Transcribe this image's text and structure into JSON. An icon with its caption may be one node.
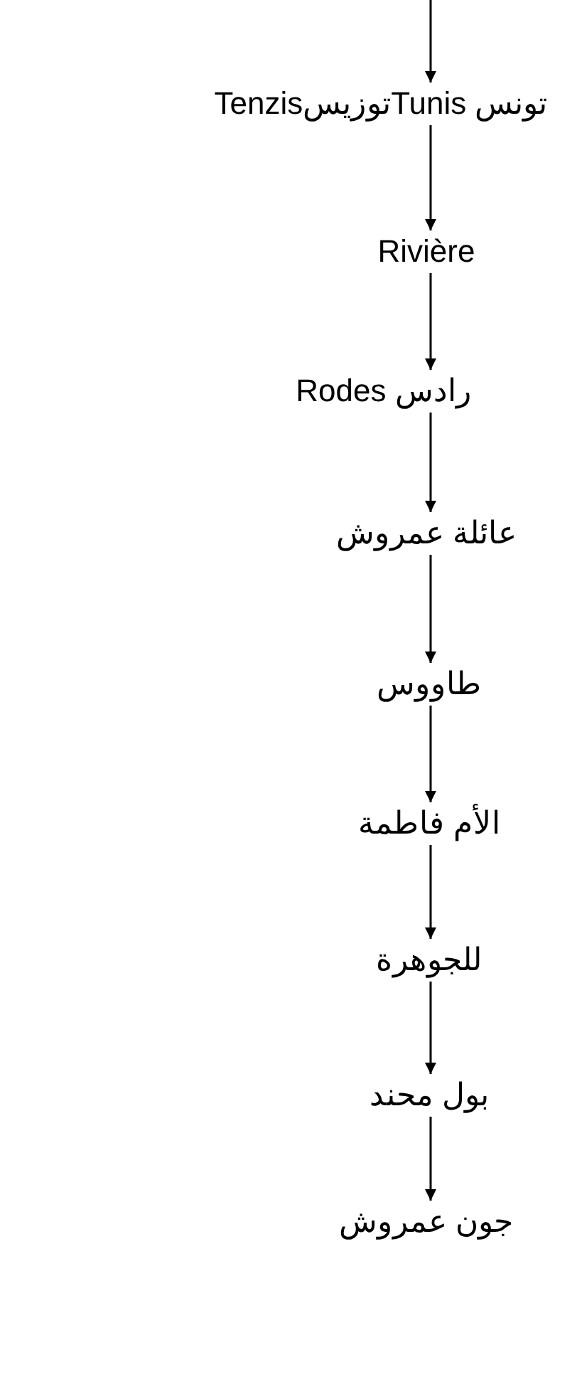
{
  "diagram": {
    "nodes": [
      {
        "text": [
          "تونس TunisتوزيسTenzis"
        ]
      },
      {
        "text": [
          "Rivière"
        ]
      },
      {
        "text": [
          "رادس Rodes"
        ]
      },
      {
        "text": [
          "عائلة عمروش"
        ]
      },
      {
        "text": [
          "طاووس"
        ]
      },
      {
        "text": [
          "الأم فاطمة"
        ]
      },
      {
        "text": [
          "للجوهرة"
        ]
      },
      {
        "text": [
          "بول محند"
        ]
      },
      {
        "text": [
          "جون عمروش"
        ]
      }
    ],
    "edges": [
      {
        "from": null,
        "to": 0,
        "arrow": "to"
      },
      {
        "from": 0,
        "to": 1,
        "arrow": "to"
      },
      {
        "from": 1,
        "to": 2,
        "arrow": "to"
      },
      {
        "from": 2,
        "to": 3,
        "arrow": "to"
      },
      {
        "from": 3,
        "to": 4,
        "arrow": "to"
      },
      {
        "from": 4,
        "to": 5,
        "arrow": "to"
      },
      {
        "from": 5,
        "to": 6,
        "arrow": "to"
      },
      {
        "from": 6,
        "to": 7,
        "arrow": "to"
      },
      {
        "from": 7,
        "to": 8,
        "arrow": "to"
      }
    ]
  }
}
